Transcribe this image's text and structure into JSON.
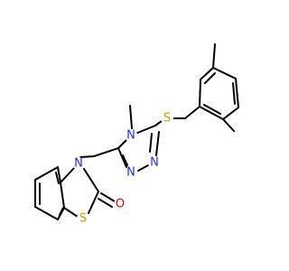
{
  "diagram": {
    "colors": {
      "bond": "#000000",
      "N": "#2b2bd9",
      "S": "#b5a300",
      "O": "#e00000",
      "background": "#ffffff"
    },
    "atoms": {
      "s_thioether": "S",
      "n_methyl": "N",
      "n_left": "N",
      "n_right": "N",
      "n_benzothiazole": "N",
      "o_carbonyl": "O",
      "s_ring": "S"
    }
  }
}
